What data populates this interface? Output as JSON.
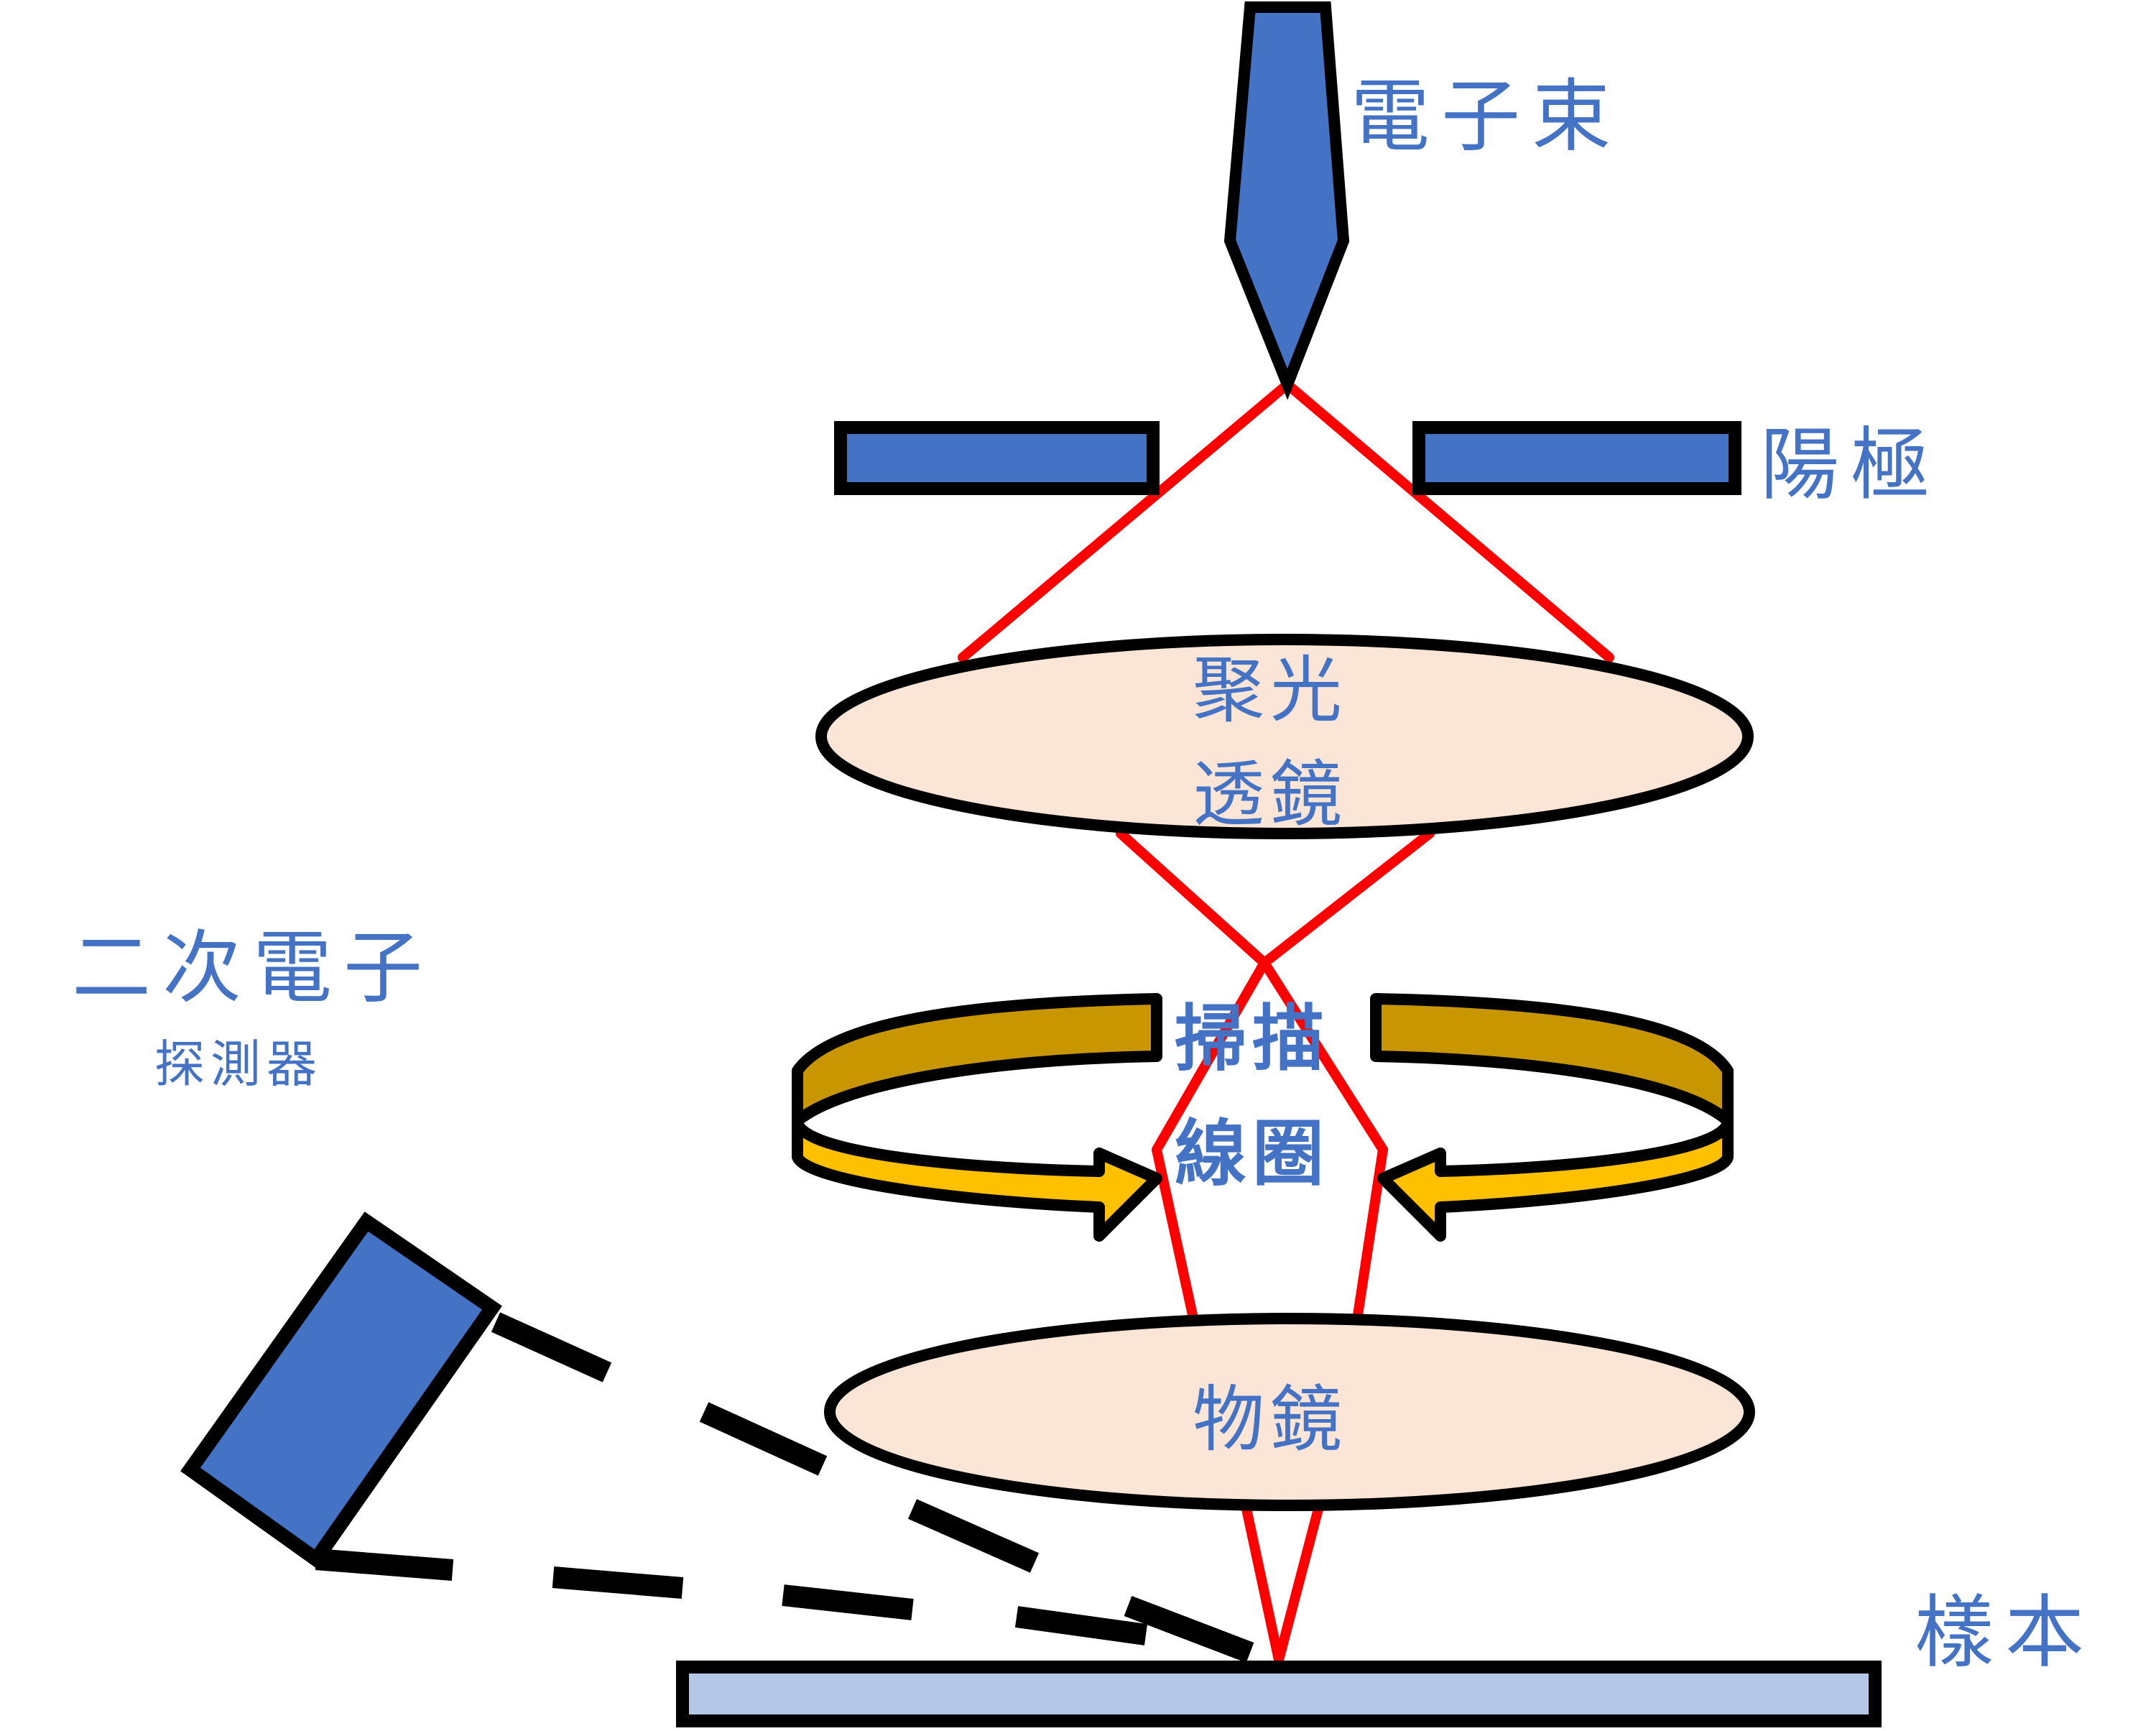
{
  "labels": {
    "electron_beam": "電子束",
    "anode": "陽極",
    "condenser_lens_line1": "聚光",
    "condenser_lens_line2": "透鏡",
    "secondary_electron": "二次電子",
    "detector": "探測器",
    "scan_coil_line1": "掃描",
    "scan_coil_line2": "線圈",
    "objective_lens": "物鏡",
    "specimen": "樣本"
  },
  "colors": {
    "component_blue": "#4472C4",
    "beam_red": "#FF0000",
    "lens_fill": "#FBE5D6",
    "coil_dark": "#C89600",
    "coil_light": "#FFC000",
    "specimen_fill": "#B4C7E7",
    "outline": "#000000"
  }
}
